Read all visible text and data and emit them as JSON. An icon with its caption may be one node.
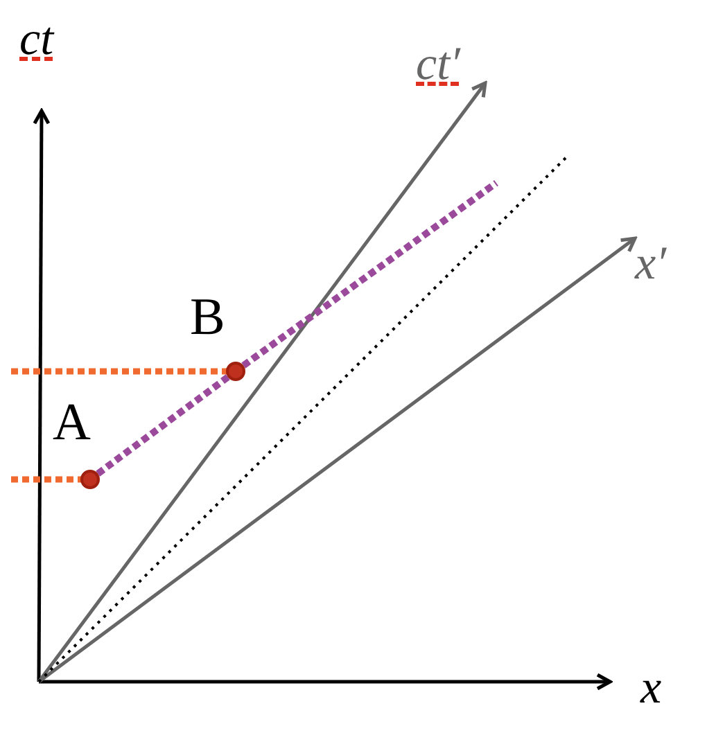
{
  "diagram": {
    "nodes": [
      {
        "text": [],
        "shape": "circle",
        "beside": [
          "A"
        ]
      },
      {
        "text": [],
        "shape": "circle",
        "beside": [
          "B"
        ]
      }
    ],
    "edges": [
      {
        "from": 0,
        "to": 1,
        "arrow": "none",
        "style": "dashed",
        "color": "#9b4a9b"
      }
    ],
    "labels": [
      "ct",
      "ct′",
      "x′",
      "x"
    ]
  }
}
